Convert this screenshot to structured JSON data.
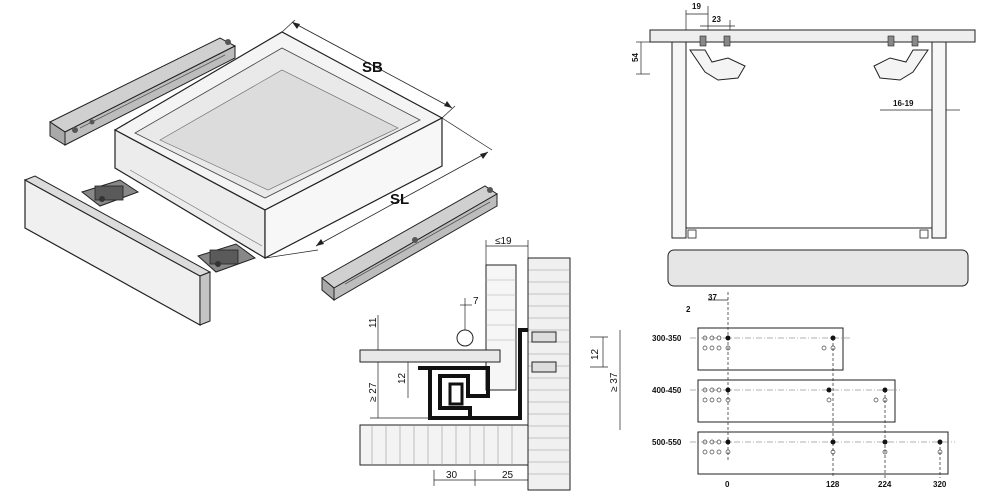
{
  "labels": {
    "sb": "SB",
    "sl": "SL"
  },
  "section": {
    "dims": {
      "le19": "≤19",
      "seven": "7",
      "eleven": "11",
      "twelve_left": "12",
      "ge27": "≥ 27",
      "twelve_right": "12",
      "ge37": "≥ 37",
      "thirty": "30",
      "twentyfive": "25"
    }
  },
  "cabinet": {
    "dims": {
      "nineteen": "19",
      "twentythree": "23",
      "fiftyfour": "54",
      "range_1619": "16-19"
    }
  },
  "drilling": {
    "offset_top": "37",
    "offset_left": "2",
    "rows": [
      {
        "label": "300-350"
      },
      {
        "label": "400-450"
      },
      {
        "label": "500-550"
      }
    ],
    "axis": [
      "0",
      "128",
      "224",
      "320"
    ]
  },
  "colors": {
    "line": "#222222",
    "panel": "#f2f2f2",
    "shade": "#c9c9c9",
    "metal": "#8c8c8c"
  }
}
